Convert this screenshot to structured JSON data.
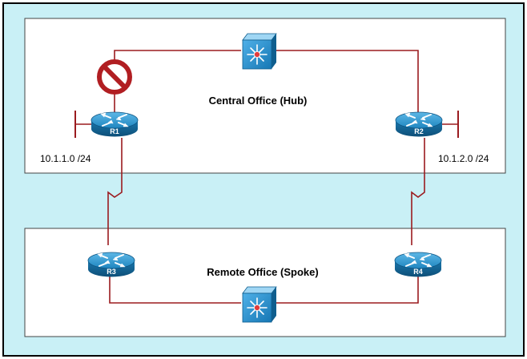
{
  "zones": {
    "hub": {
      "label": "Central Office (Hub)"
    },
    "spoke": {
      "label": "Remote Office (Spoke)"
    }
  },
  "devices": {
    "r1": {
      "label": "R1",
      "type": "router"
    },
    "r2": {
      "label": "R2",
      "type": "router"
    },
    "r3": {
      "label": "R3",
      "type": "router"
    },
    "r4": {
      "label": "R4",
      "type": "router"
    },
    "hub_switch": {
      "type": "multilayer-switch"
    },
    "spoke_switch": {
      "type": "multilayer-switch"
    }
  },
  "networks": {
    "r1_lan": "10.1.1.0 /24",
    "r2_lan": "10.1.2.0 /24"
  },
  "symbols": {
    "blocked": {
      "icon": "prohibited-icon",
      "color": "#b11e22"
    }
  },
  "colors": {
    "frame_background": "#c9f0f6",
    "frame_border": "#000000",
    "zone_background": "#ffffff",
    "link": "#9b1b1f",
    "router": "#1a7fb6",
    "switch": "#2a8fcf"
  }
}
